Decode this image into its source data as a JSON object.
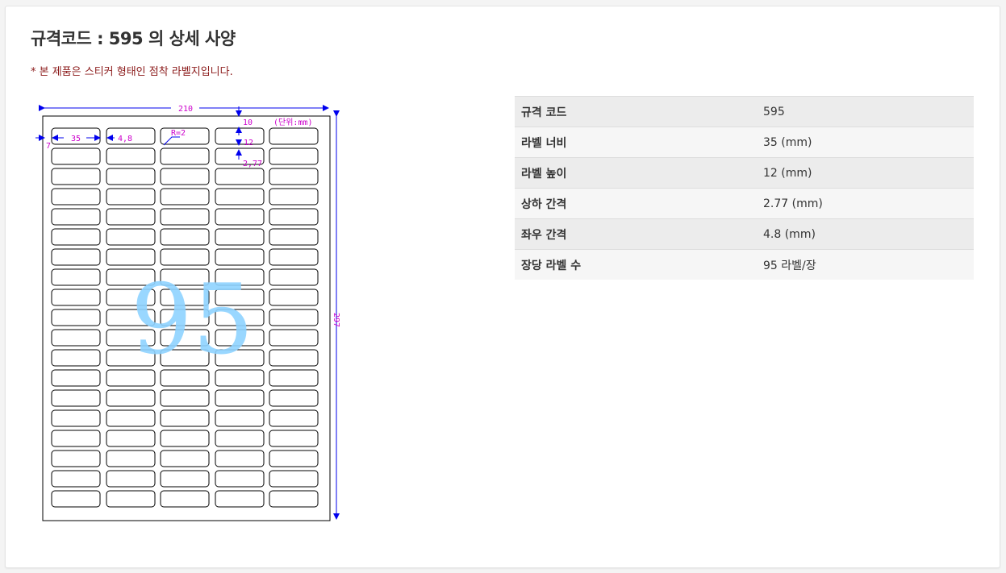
{
  "page": {
    "title": "규격코드 : 595 의 상세 사양",
    "notice": "* 본 제품은 스티커 형태인 점착 라벨지입니다."
  },
  "diagram": {
    "sheet_width": "210",
    "sheet_height": "297",
    "top_margin": "10",
    "unit": "(단위:mm)",
    "label_width": "35",
    "h_gap": "4,8",
    "corner_radius": "R=2",
    "label_height": "12",
    "v_gap": "2,77",
    "left_margin": "7",
    "count": "95",
    "columns": 5,
    "rows": 19,
    "accent": "#cc00cc",
    "arrow": "#0000ee",
    "count_color": "#8fd3ff"
  },
  "spec": [
    {
      "key": "규격 코드",
      "value": "595"
    },
    {
      "key": "라벨 너비",
      "value": "35 (mm)"
    },
    {
      "key": "라벨 높이",
      "value": "12 (mm)"
    },
    {
      "key": "상하 간격",
      "value": "2.77 (mm)"
    },
    {
      "key": "좌우 간격",
      "value": "4.8 (mm)"
    },
    {
      "key": "장당 라벨 수",
      "value": "95 라벨/장"
    }
  ]
}
